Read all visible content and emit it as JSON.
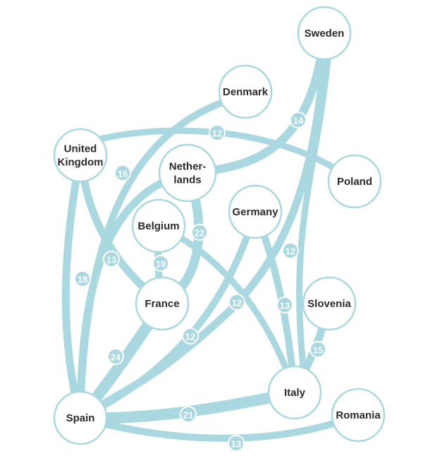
{
  "colors": {
    "edge": "#a9d8e0",
    "node_fill": "#ffffff",
    "label": "#2b2b2b",
    "badge_text": "#ffffff"
  },
  "nodes": [
    {
      "id": "sweden",
      "lines": [
        "Sweden"
      ]
    },
    {
      "id": "denmark",
      "lines": [
        "Denmark"
      ]
    },
    {
      "id": "united-kingdom",
      "lines": [
        "United",
        "Kingdom"
      ]
    },
    {
      "id": "netherlands",
      "lines": [
        "Nether-",
        "lands"
      ]
    },
    {
      "id": "poland",
      "lines": [
        "Poland"
      ]
    },
    {
      "id": "germany",
      "lines": [
        "Germany"
      ]
    },
    {
      "id": "belgium",
      "lines": [
        "Belgium"
      ]
    },
    {
      "id": "france",
      "lines": [
        "France"
      ]
    },
    {
      "id": "slovenia",
      "lines": [
        "Slovenia"
      ]
    },
    {
      "id": "italy",
      "lines": [
        "Italy"
      ]
    },
    {
      "id": "spain",
      "lines": [
        "Spain"
      ]
    },
    {
      "id": "romania",
      "lines": [
        "Romania"
      ]
    }
  ],
  "edges": [
    {
      "from": "sweden",
      "to": "netherlands",
      "value": "14"
    },
    {
      "from": "sweden",
      "to": "spain",
      "value": "12"
    },
    {
      "from": "sweden",
      "to": "italy",
      "value": ""
    },
    {
      "from": "united-kingdom",
      "to": "poland",
      "value": "12"
    },
    {
      "from": "denmark",
      "to": "spain",
      "value": "16"
    },
    {
      "from": "united-kingdom",
      "to": "spain",
      "value": "18"
    },
    {
      "from": "united-kingdom",
      "to": "france",
      "value": "13"
    },
    {
      "from": "netherlands",
      "to": "france",
      "value": "22"
    },
    {
      "from": "netherlands",
      "to": "spain",
      "value": ""
    },
    {
      "from": "belgium",
      "to": "france",
      "value": "19"
    },
    {
      "from": "belgium",
      "to": "italy",
      "value": "12"
    },
    {
      "from": "germany",
      "to": "spain",
      "value": "12"
    },
    {
      "from": "germany",
      "to": "italy",
      "value": "13"
    },
    {
      "from": "slovenia",
      "to": "italy",
      "value": "15"
    },
    {
      "from": "france",
      "to": "spain",
      "value": "24"
    },
    {
      "from": "italy",
      "to": "spain",
      "value": "21"
    },
    {
      "from": "romania",
      "to": "spain",
      "value": "13"
    }
  ]
}
